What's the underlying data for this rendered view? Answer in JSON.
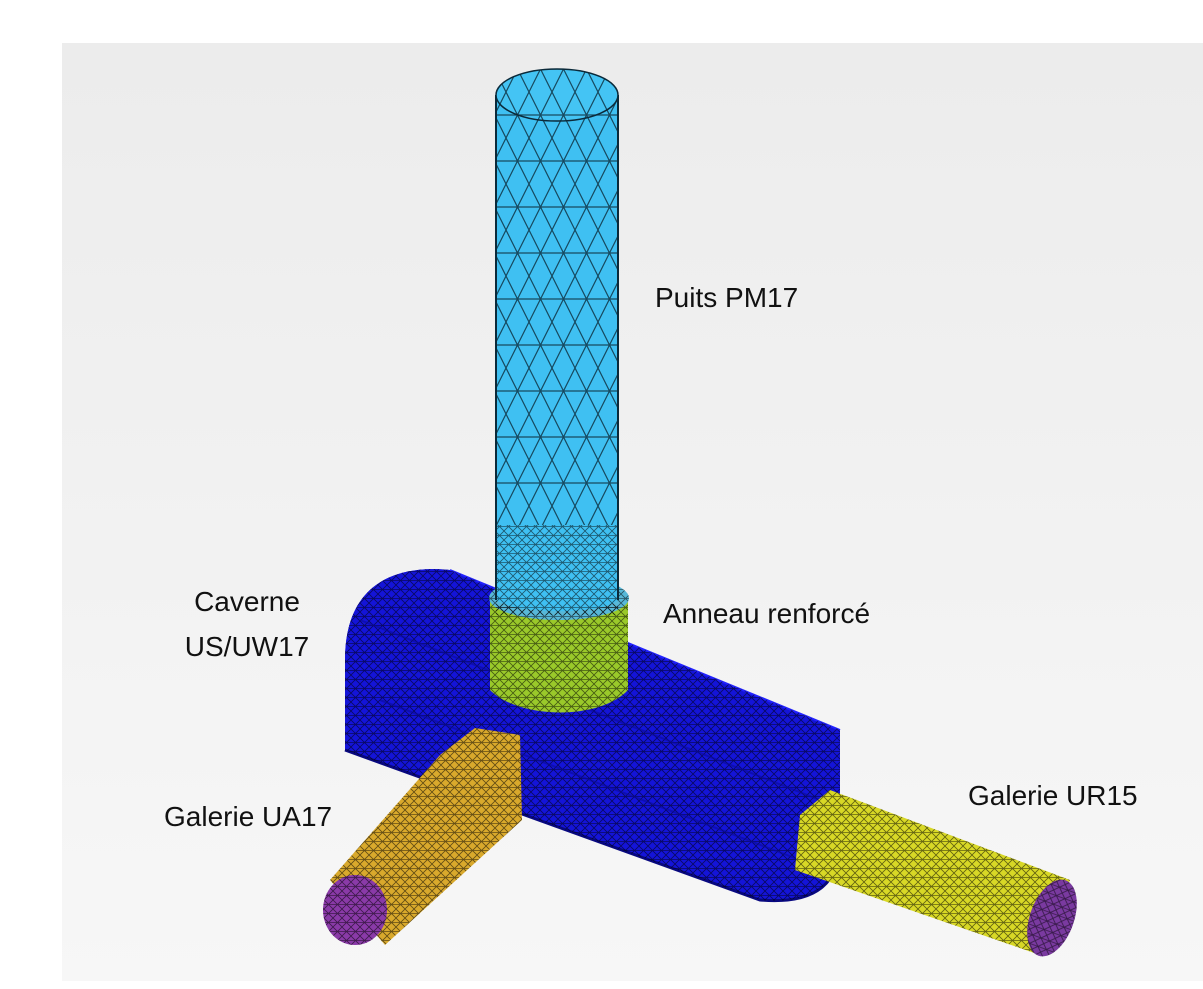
{
  "labels": {
    "shaft": "Puits PM17",
    "ring": "Anneau renforcé",
    "cavern_line1": "Caverne",
    "cavern_line2": "US/UW17",
    "gallery_left": "Galerie UA17",
    "gallery_right": "Galerie UR15"
  },
  "components": [
    {
      "id": "shaft",
      "color": "#3fc0f2"
    },
    {
      "id": "ring",
      "color": "#9ac92a"
    },
    {
      "id": "cavern",
      "color": "#1414d8"
    },
    {
      "id": "gallery_left",
      "color": "#d9a92c"
    },
    {
      "id": "gallery_left_end",
      "color": "#8a3aa8"
    },
    {
      "id": "gallery_right",
      "color": "#d8d826"
    }
  ],
  "background_color": "#f1f1f1"
}
